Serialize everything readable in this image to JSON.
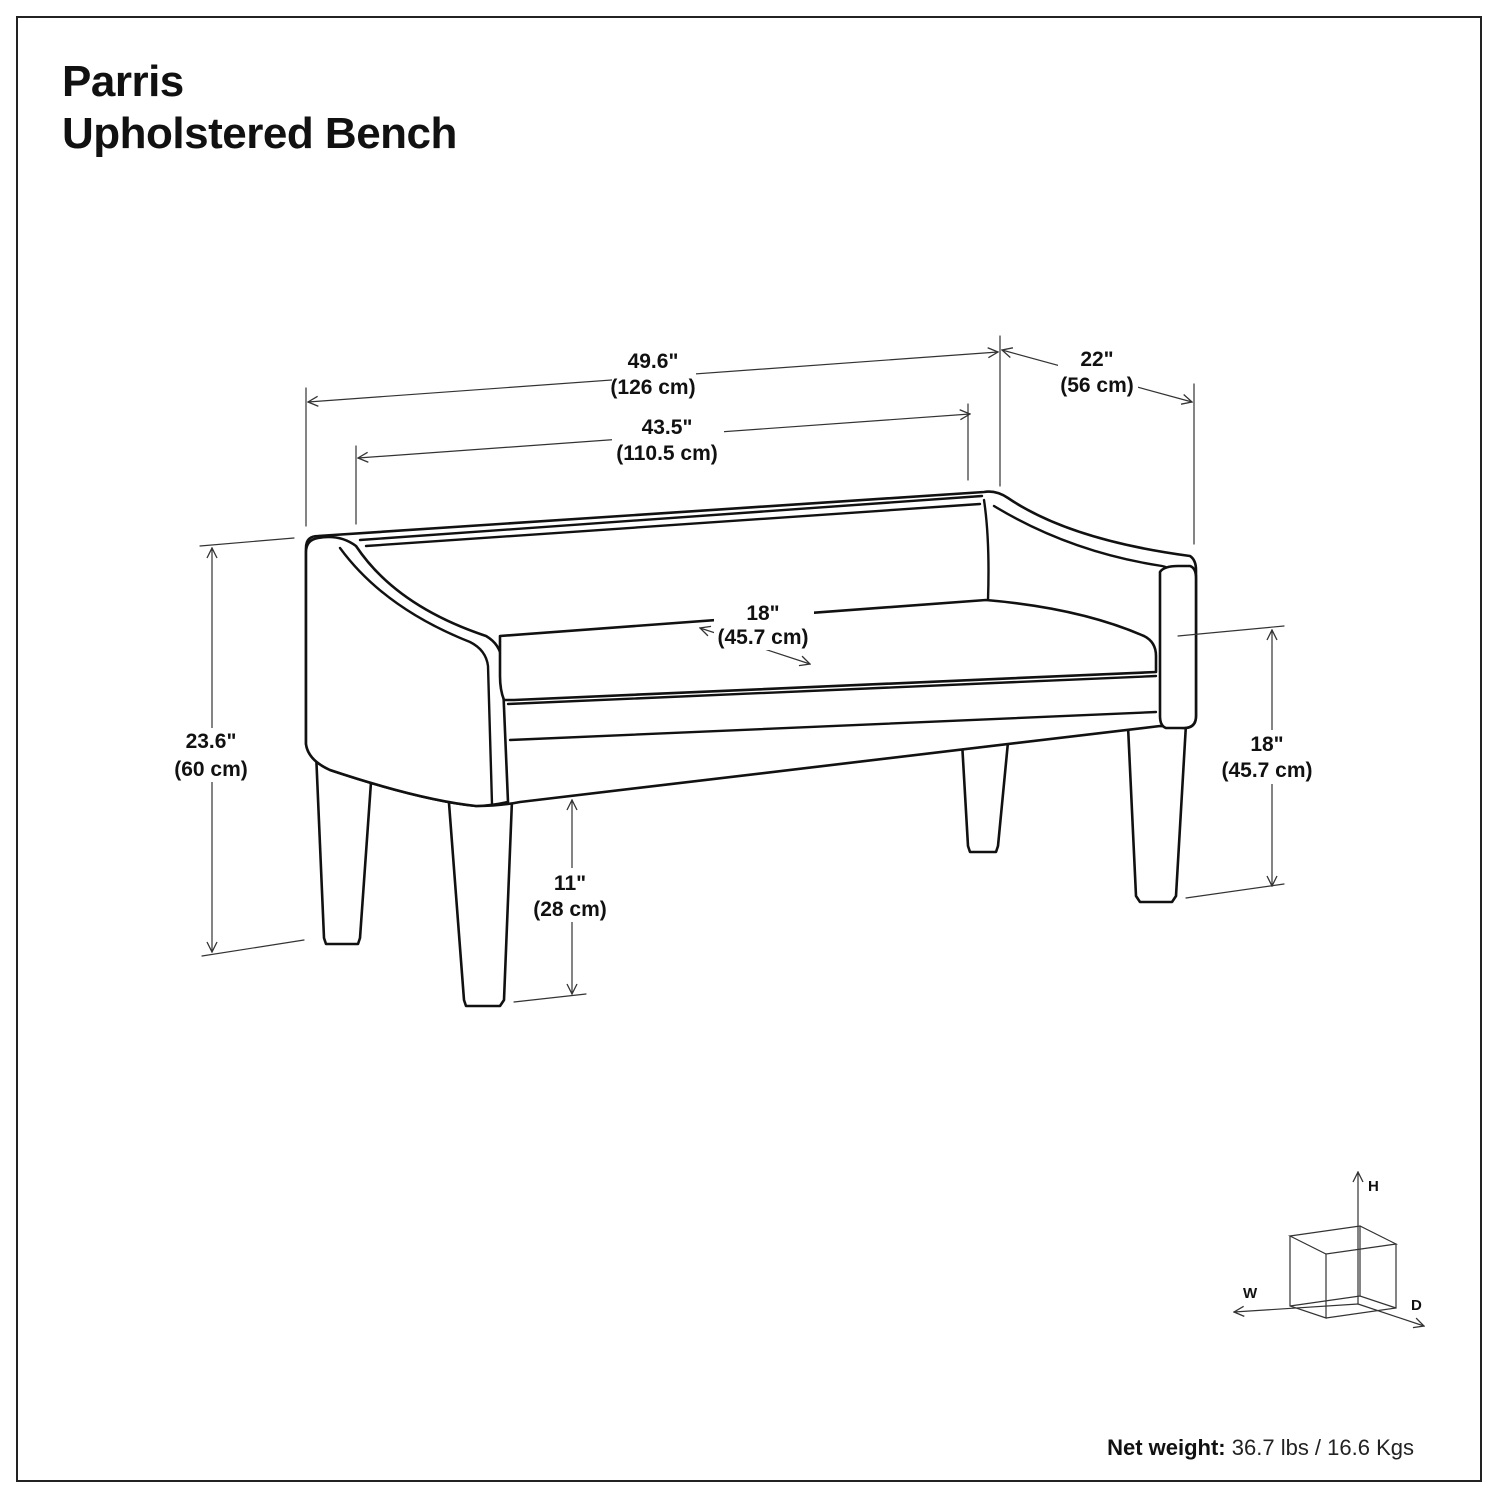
{
  "title": {
    "line1": "Parris",
    "line2": "Upholstered Bench"
  },
  "dimensions": {
    "overall_width": {
      "imperial": "49.6\"",
      "metric": "(126 cm)"
    },
    "inner_width": {
      "imperial": "43.5\"",
      "metric": "(110.5 cm)"
    },
    "depth": {
      "imperial": "22\"",
      "metric": "(56 cm)"
    },
    "overall_height": {
      "imperial": "23.6\"",
      "metric": "(60 cm)"
    },
    "seat_depth": {
      "imperial": "18\"",
      "metric": "(45.7 cm)"
    },
    "seat_height": {
      "imperial": "18\"",
      "metric": "(45.7 cm)"
    },
    "leg_height": {
      "imperial": "11\"",
      "metric": "(28 cm)"
    }
  },
  "axes_legend": {
    "height": "H",
    "width": "W",
    "depth": "D"
  },
  "weight": {
    "label": "Net weight:",
    "value": "36.7 lbs / 16.6 Kgs"
  }
}
